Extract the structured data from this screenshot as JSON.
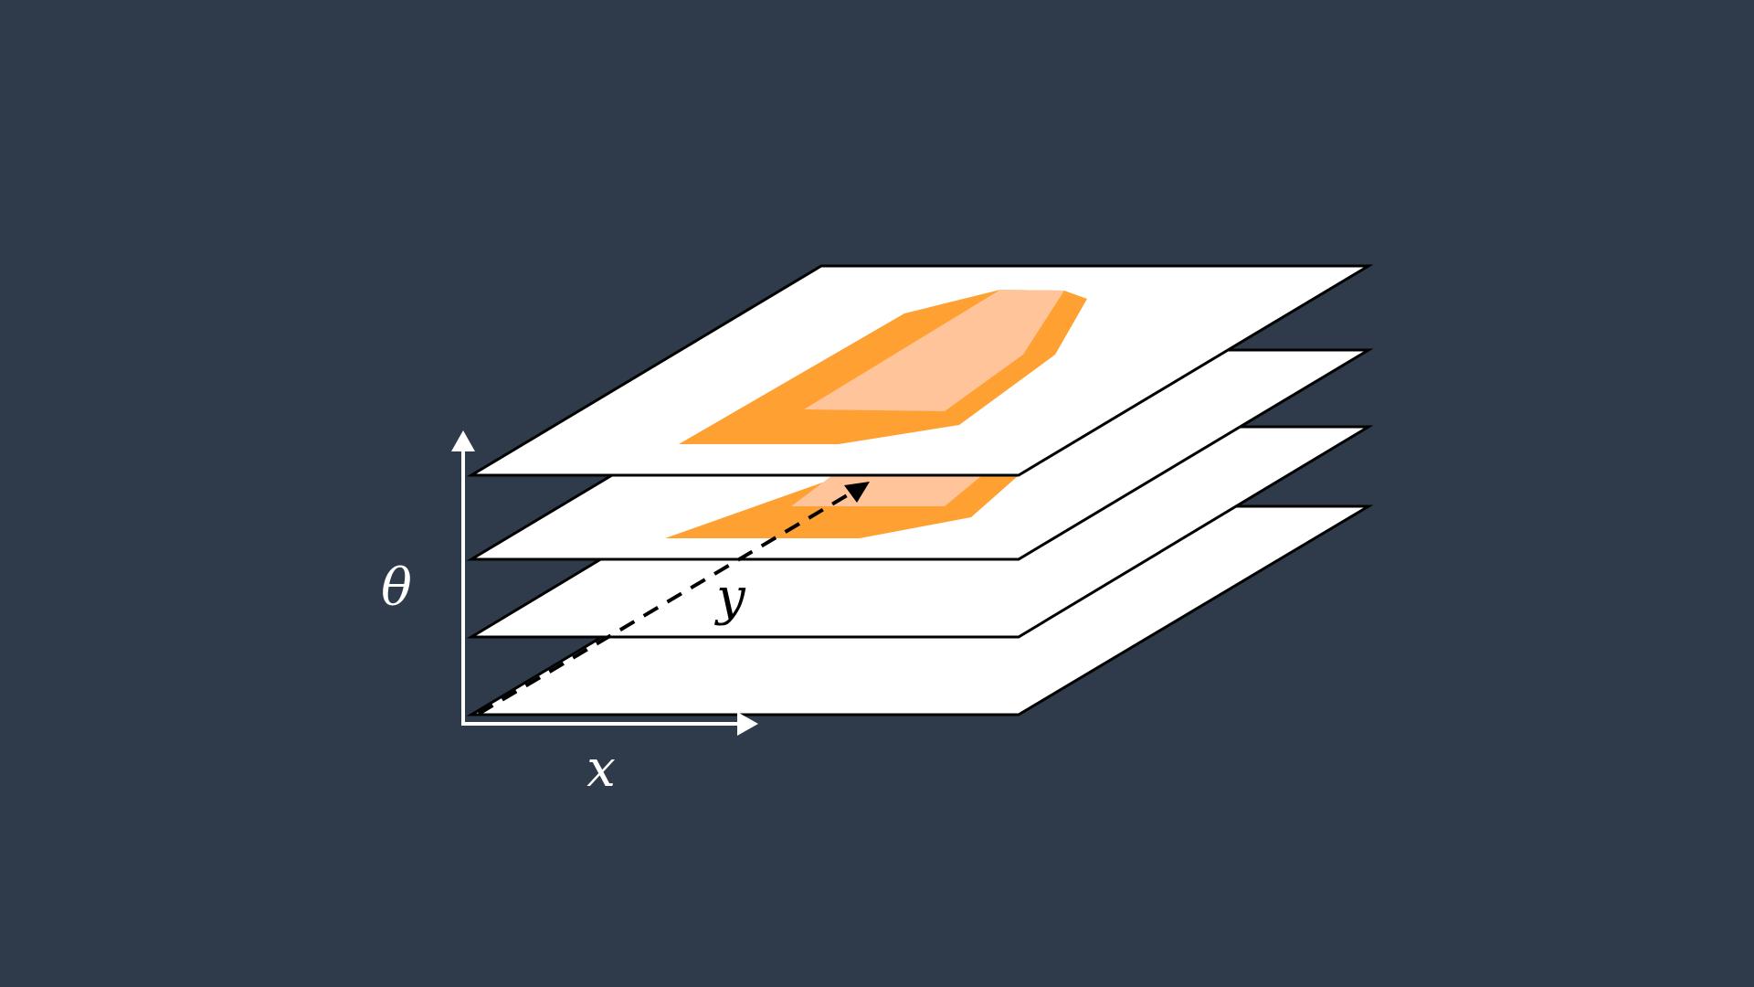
{
  "colors": {
    "background": "#2f3b4a",
    "plane_fill": "#ffffff",
    "plane_stroke": "#000000",
    "region_outer": "#ffa033",
    "region_inner": "#ffc499",
    "axis": "#ffffff",
    "y_axis": "#000000"
  },
  "diagram": {
    "layer_count": 4,
    "axes": {
      "x": "x",
      "y": "y",
      "theta": "θ"
    }
  }
}
